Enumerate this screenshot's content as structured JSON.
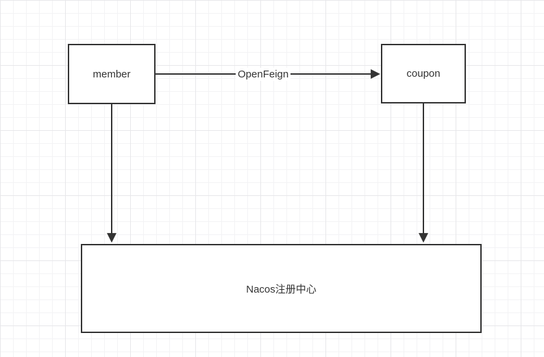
{
  "diagram": {
    "nodes": [
      {
        "id": "member",
        "label": "member"
      },
      {
        "id": "coupon",
        "label": "coupon"
      },
      {
        "id": "nacos",
        "label": "Nacos注册中心"
      }
    ],
    "edges": [
      {
        "id": "member-coupon",
        "from": "member",
        "to": "coupon",
        "label": "OpenFeign",
        "direction": "right"
      },
      {
        "id": "member-nacos",
        "from": "member",
        "to": "nacos",
        "label": "",
        "direction": "down"
      },
      {
        "id": "coupon-nacos",
        "from": "coupon",
        "to": "nacos",
        "label": "",
        "direction": "down"
      }
    ]
  },
  "colors": {
    "stroke": "#333333",
    "text": "#333333",
    "node-fill": "#ffffff",
    "canvas-bg": "#ffffff",
    "grid-minor": "#f3f3f5",
    "grid-major": "#e7e7ea"
  }
}
